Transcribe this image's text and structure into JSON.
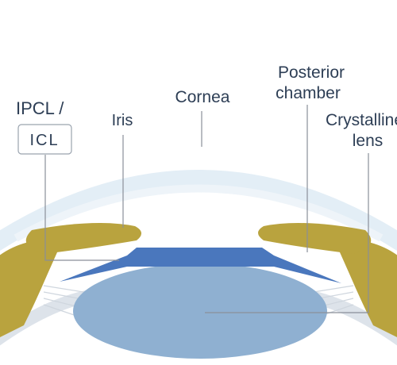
{
  "labels": {
    "ipcl": "IPCL /",
    "icl": "ICL",
    "iris": "Iris",
    "cornea": "Cornea",
    "posterior_line1": "Posterior",
    "posterior_line2": "chamber",
    "crystalline_line1": "Crystalline",
    "crystalline_line2": "lens"
  },
  "colors": {
    "iris_gold": "#b9a33e",
    "implant_blue": "#4a77bd",
    "lens_blue": "#8fb0d1",
    "cornea_light": "#e3eef6",
    "sclera_gray": "#c8ced8",
    "label_text": "#2d3e55",
    "leader_line": "#8a8f99"
  }
}
